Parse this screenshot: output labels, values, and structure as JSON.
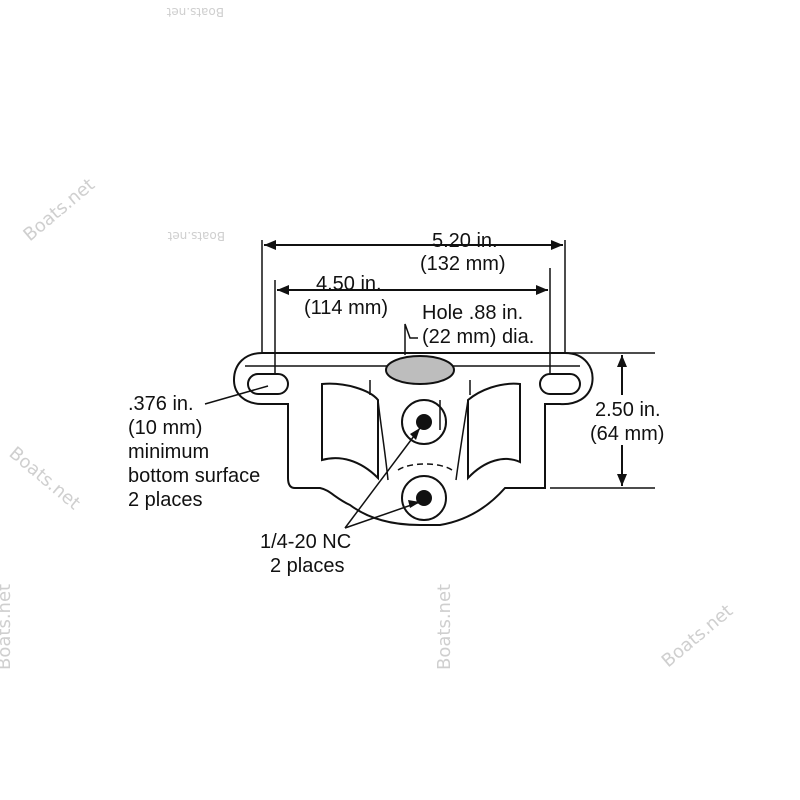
{
  "watermark": "Boats.net",
  "labels": {
    "overall_width_in": "5.20 in.",
    "overall_width_mm": "(132 mm)",
    "hole_spacing_in": "4.50 in.",
    "hole_spacing_mm": "(114 mm)",
    "hole_label_1": "Hole .88 in.",
    "hole_label_2": "(22 mm) dia.",
    "height_in": "2.50 in.",
    "height_mm": "(64 mm)",
    "surface_1": ".376 in.",
    "surface_2": "(10 mm)",
    "surface_3": "minimum",
    "surface_4": "bottom surface",
    "surface_5": "2 places",
    "thread_1": "1/4-20 NC",
    "thread_2": "2 places"
  },
  "colors": {
    "ink": "#111111",
    "hole_fill": "#bdbdbd",
    "watermark": "#cfcfcf"
  }
}
